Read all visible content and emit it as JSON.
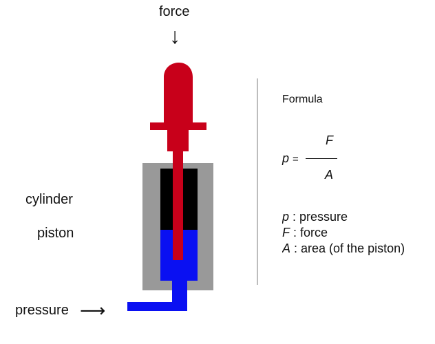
{
  "labels": {
    "force": "force",
    "force_arrow": "↓",
    "cylinder": "cylinder",
    "piston": "piston",
    "pressure": "pressure",
    "pressure_arrow": "⟶"
  },
  "formula": {
    "title": "Formula",
    "lhs": "p",
    "equals": "=",
    "numerator": "F",
    "denominator": "A"
  },
  "legend": [
    {
      "symbol": "p",
      "text": " : pressure"
    },
    {
      "symbol": "F",
      "text": " : force"
    },
    {
      "symbol": "A",
      "text": " : area (of the piston)"
    }
  ],
  "colors": {
    "piston": "#c8001a",
    "fluid": "#0a10f2",
    "cylinder_wall": "#999999",
    "cylinder_gap": "#000000"
  }
}
